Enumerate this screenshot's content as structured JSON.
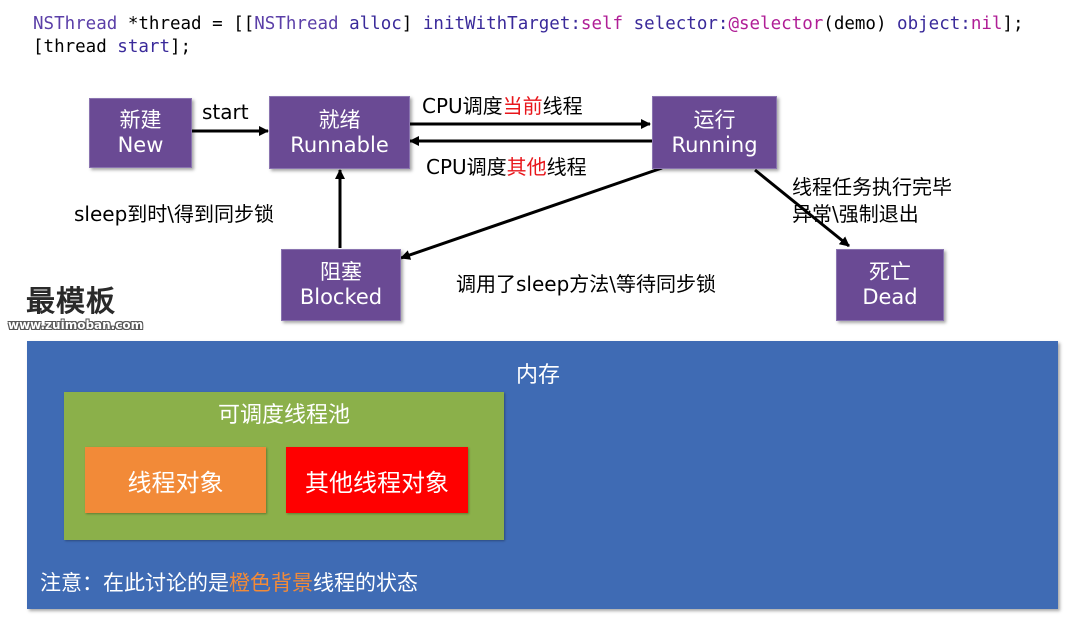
{
  "code": {
    "line1": {
      "t1": "NSThread",
      "t2": " *thread = [[",
      "t3": "NSThread",
      "t4": " ",
      "t5": "alloc",
      "t6": "] ",
      "t7": "initWithTarget:",
      "t8": "self",
      "t9": " ",
      "t10": "selector:",
      "t11": "@selector",
      "t12": "(demo) ",
      "t13": "object:",
      "t14": "nil",
      "t15": "];"
    },
    "line2": {
      "t1": "[thread ",
      "t2": "start",
      "t3": "];"
    }
  },
  "states": {
    "new": {
      "cn": "新建",
      "en": "New"
    },
    "runnable": {
      "cn": "就绪",
      "en": "Runnable"
    },
    "running": {
      "cn": "运行",
      "en": "Running"
    },
    "blocked": {
      "cn": "阻塞",
      "en": "Blocked"
    },
    "dead": {
      "cn": "死亡",
      "en": "Dead"
    }
  },
  "transitions": {
    "start": "start",
    "cpu_current": {
      "pre": "CPU调度",
      "hl": "当前",
      "post": "线程"
    },
    "cpu_other": {
      "pre": "CPU调度",
      "hl": "其他",
      "post": "线程"
    },
    "sleep_done": "sleep到时\\得到同步锁",
    "sleep_call": "调用了sleep方法\\等待同步锁",
    "finish_line1": "线程任务执行完毕",
    "finish_line2": "异常\\强制退出"
  },
  "watermark": {
    "logo": "最模板",
    "url": "www.zuimoban.com"
  },
  "memory": {
    "title": "内存",
    "pool_title": "可调度线程池",
    "obj_current": "线程对象",
    "obj_other": "其他线程对象",
    "note": {
      "pre": "注意：在此讨论的是",
      "hl": "橙色背景",
      "post": "线程的状态"
    }
  },
  "colors": {
    "state_box": "#6a4a94",
    "memory": "#3f6bb4",
    "pool": "#8bb04a",
    "current_object": "#f28a38",
    "other_object": "#ff0000",
    "highlight_text": "#e8161b"
  }
}
